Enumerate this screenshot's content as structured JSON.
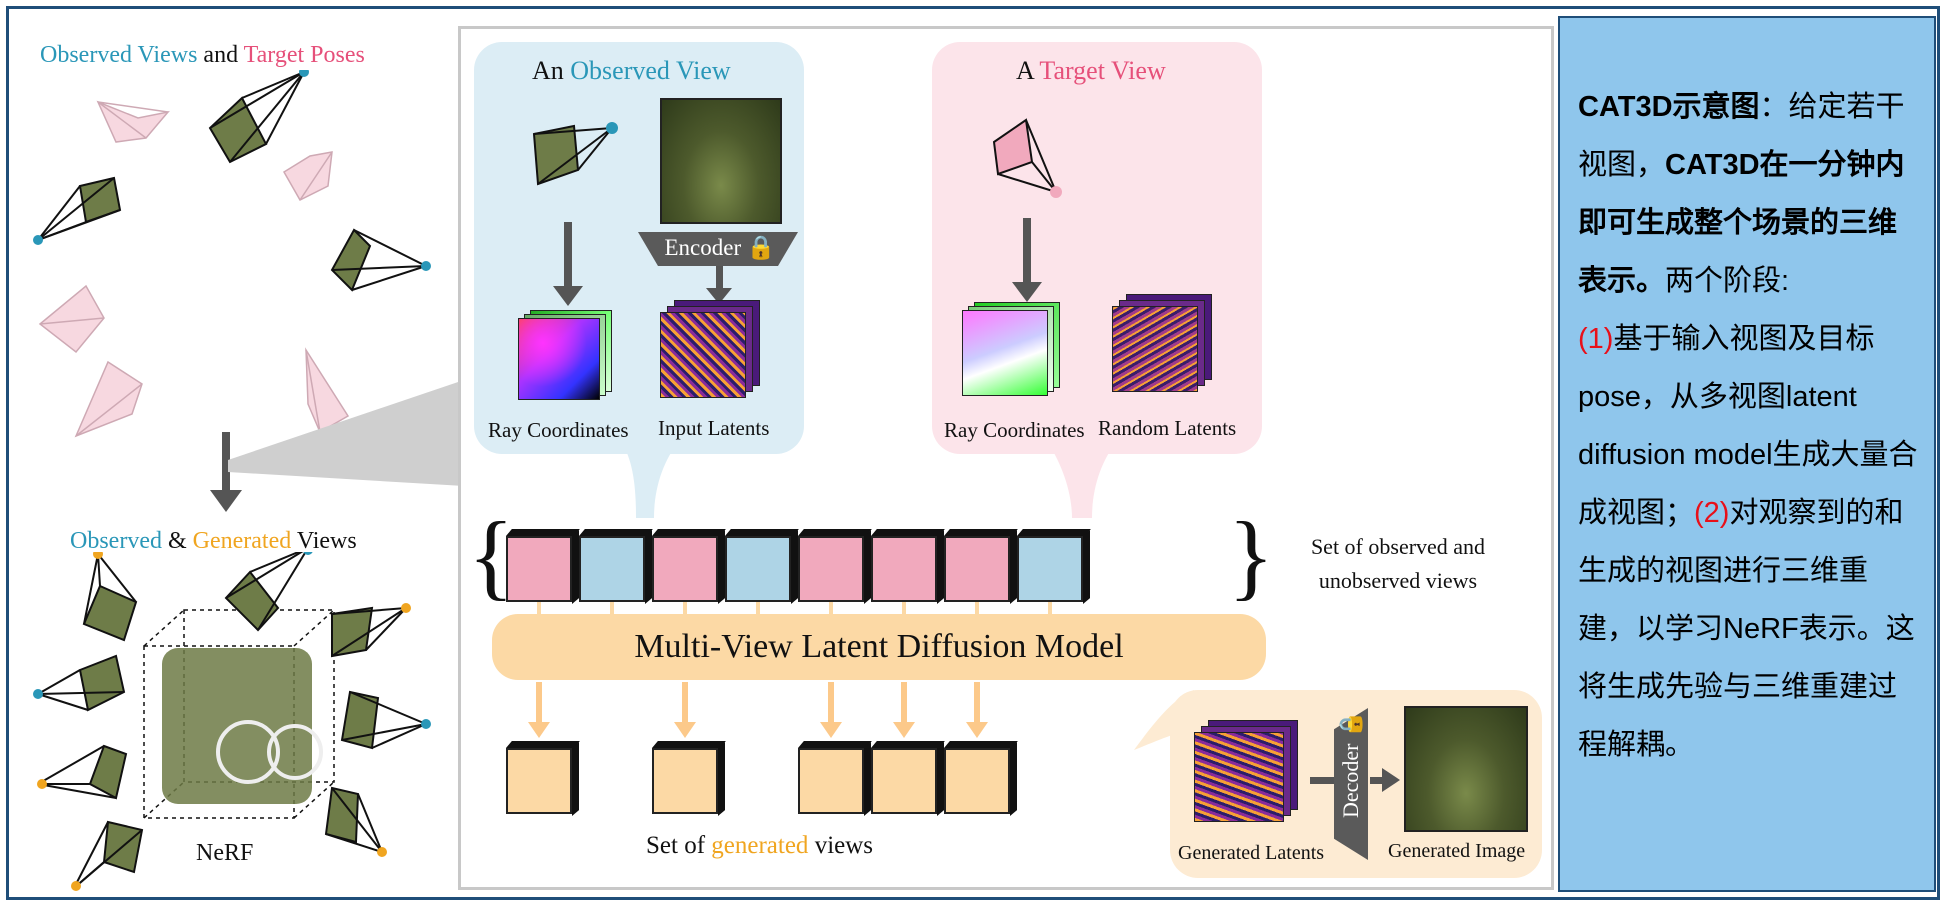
{
  "left": {
    "top_title": {
      "part1": "Observed Views",
      "part2": " and ",
      "part3": "Target Poses"
    },
    "bottom_title": {
      "part1": "Observed",
      "part2": " & ",
      "part3": "Generated",
      "part4": " Views"
    },
    "nerf_label": "NeRF"
  },
  "middle": {
    "observed_title": {
      "prefix": "An ",
      "highlight": "Observed View"
    },
    "target_title": {
      "prefix": "A ",
      "highlight": "Target View"
    },
    "encoder_label": "Encoder",
    "decoder_label": "Decoder",
    "ray_coords_label_1": "Ray Coordinates",
    "input_latents_label": "Input Latents",
    "ray_coords_label_2": "Ray Coordinates",
    "random_latents_label": "Random Latents",
    "set_views_label_line1": "Set of observed and",
    "set_views_label_line2": "unobserved views",
    "model_label": "Multi-View Latent Diffusion Model",
    "generated_views_label": {
      "prefix": "Set of ",
      "highlight": "generated",
      "suffix": " views"
    },
    "generated_latents_label": "Generated Latents",
    "generated_image_label": "Generated Image",
    "input_sequence": [
      "pink",
      "blue",
      "pink",
      "blue",
      "pink",
      "pink",
      "pink",
      "blue"
    ],
    "output_positions": [
      0,
      2,
      4,
      5,
      6
    ]
  },
  "right_text": {
    "b1": "CAT3D示意图",
    "t1": "：给定若干视图，",
    "b2": "CAT3D在一分钟内即可生成整个场景的三维表示。",
    "t2": "两个阶段: ",
    "r1": "(1)",
    "t3": "基于输入视图及目标pose，从多视图latent diffusion model生成大量合成视图；",
    "r2": "(2)",
    "t4": "对观察到的和生成的视图进行三维重建，以学习NeRF表示。这将生成先验与三维重建过程解耦。"
  },
  "colors": {
    "blue": "#2a97b8",
    "pink": "#e6507a",
    "orange": "#f0a520",
    "panel": "#8fc6ec",
    "frame": "#1f4e79"
  }
}
